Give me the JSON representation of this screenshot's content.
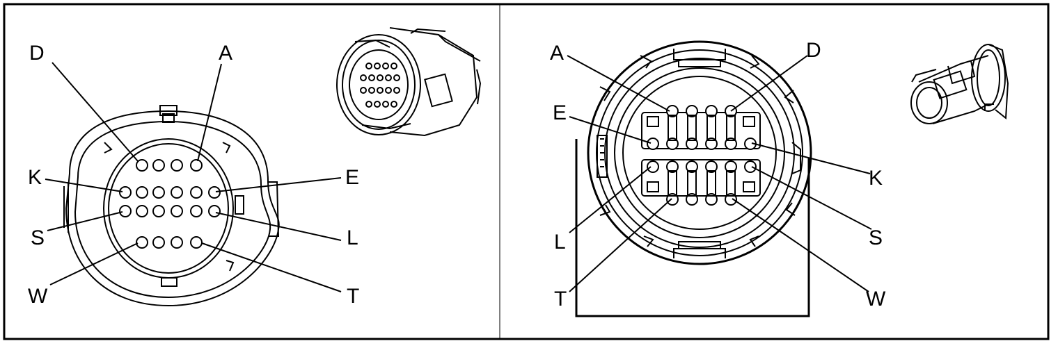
{
  "colors": {
    "line": "#000000",
    "background": "#ffffff"
  },
  "left_panel": {
    "labels": {
      "d": "D",
      "a": "A",
      "k": "K",
      "e": "E",
      "s": "S",
      "l": "L",
      "w": "W",
      "t": "T"
    }
  },
  "right_panel": {
    "labels": {
      "a": "A",
      "d": "D",
      "e": "E",
      "k": "K",
      "l": "L",
      "s": "S",
      "t": "T",
      "w": "W"
    }
  }
}
